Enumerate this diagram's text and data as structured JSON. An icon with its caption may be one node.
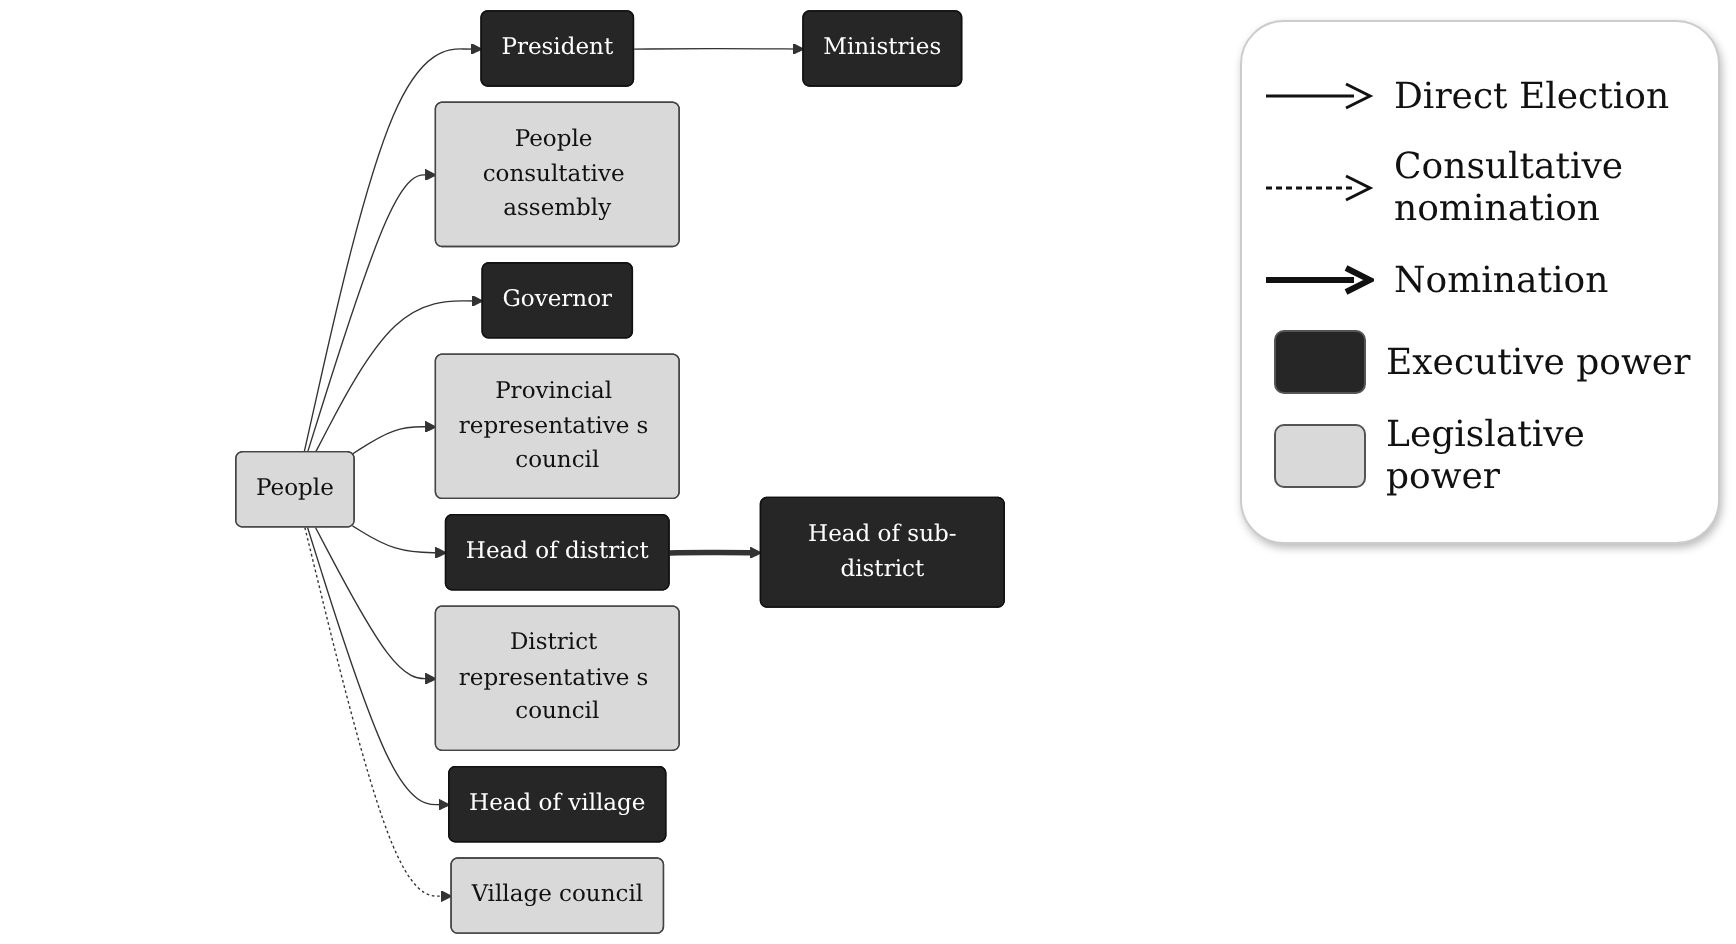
{
  "diagram": {
    "nodes": [
      {
        "text": [
          "President"
        ]
      },
      {
        "text": [
          "Ministries"
        ]
      },
      {
        "text": [
          "People consultative assembly"
        ]
      },
      {
        "text": [
          "Governor"
        ]
      },
      {
        "text": [
          "Provincial representative s council"
        ]
      },
      {
        "text": [
          "Head of district"
        ]
      },
      {
        "text": [
          "District representative s council"
        ]
      },
      {
        "text": [
          "Head of sub-district"
        ]
      },
      {
        "text": [
          "Head of village"
        ]
      },
      {
        "text": [
          "People"
        ]
      },
      {
        "text": [
          "Village council"
        ]
      }
    ],
    "edges": [
      {
        "from": 0,
        "to": 1,
        "arrow": "to"
      },
      {
        "from": 9,
        "to": 0,
        "arrow": "to"
      },
      {
        "from": 9,
        "to": 2,
        "arrow": "to"
      },
      {
        "from": 9,
        "to": 3,
        "arrow": "to"
      },
      {
        "from": 9,
        "to": 4,
        "arrow": "to"
      },
      {
        "from": 9,
        "to": 5,
        "arrow": "to"
      },
      {
        "from": 9,
        "to": 6,
        "arrow": "to"
      },
      {
        "from": 5,
        "to": 7,
        "arrow": "to",
        "style": "thick"
      },
      {
        "from": 9,
        "to": 8,
        "arrow": "to"
      },
      {
        "from": 9,
        "to": 10,
        "arrow": "to",
        "style": "dashed"
      }
    ],
    "legend": [
      {
        "text": "Direct Election"
      },
      {
        "text": "Consultative nomination"
      },
      {
        "text": "Nomination"
      },
      {
        "text": "Executive power",
        "color": "#262626"
      },
      {
        "text": "Legislative power",
        "color": "#d9d9d9"
      }
    ]
  }
}
